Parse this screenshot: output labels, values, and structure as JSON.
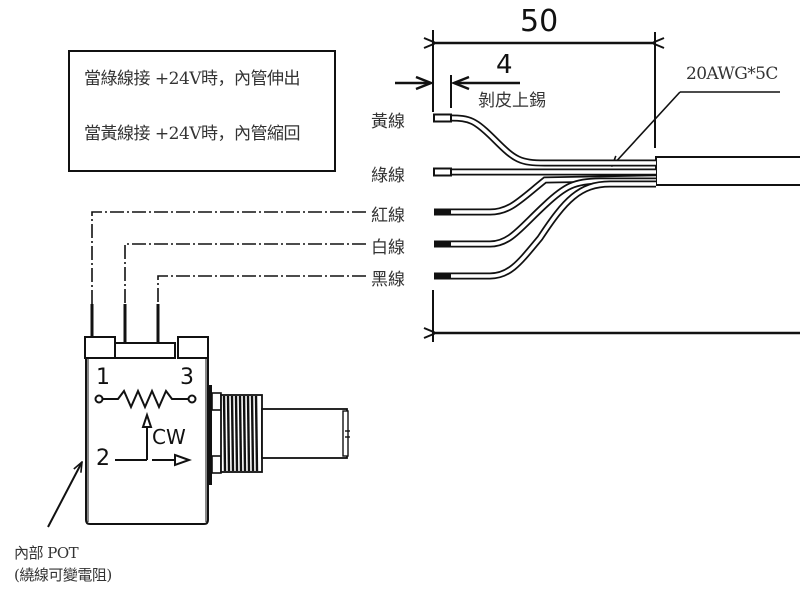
{
  "notes": {
    "line1": "當綠線接 +24V時，內管伸出",
    "line2": "當黃線接 +24V時，內管縮回"
  },
  "dimensions": {
    "overall_length": "50",
    "strip_length": "4",
    "strip_label": "剝皮上錫",
    "cable_spec": "20AWG*5C"
  },
  "wires": [
    {
      "label": "黃線",
      "color_name": "yellow"
    },
    {
      "label": "綠線",
      "color_name": "green"
    },
    {
      "label": "紅線",
      "color_name": "red"
    },
    {
      "label": "白線",
      "color_name": "white"
    },
    {
      "label": "黑線",
      "color_name": "black"
    }
  ],
  "potentiometer": {
    "pin1": "1",
    "pin2": "2",
    "pin3": "3",
    "direction": "CW",
    "caption_line1": "內部 POT",
    "caption_line2": "(繞線可變電阻)"
  },
  "colors": {
    "line": "#111111",
    "background": "#ffffff"
  }
}
